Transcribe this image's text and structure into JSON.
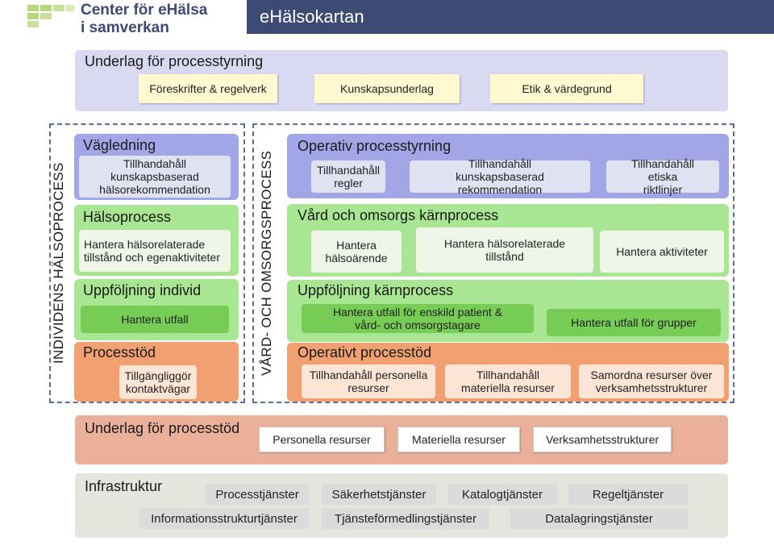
{
  "header": {
    "logo_line1": "Center för eHälsa",
    "logo_line2": "i samverkan",
    "title": "eHälsokartan"
  },
  "underlag_processtyrning": {
    "title": "Underlag för processtyrning",
    "items": [
      "Föreskrifter & regelverk",
      "Kunskapsunderlag",
      "Etik & värdegrund"
    ]
  },
  "individens_halsoprocess": {
    "label": "INDIVIDENS HÄLSOPROCESS",
    "sections": [
      {
        "title": "Vägledning",
        "items": [
          "Tillhandahåll kunskapsbaserad hälsorekommendation"
        ]
      },
      {
        "title": "Hälsoprocess",
        "items": [
          "Hantera hälsorelaterade tillstånd och egenaktiviteter"
        ]
      },
      {
        "title": "Uppföljning individ",
        "items": [
          "Hantera utfall"
        ]
      },
      {
        "title": "Processtöd",
        "items": [
          "Tillgängliggör kontaktvägar"
        ]
      }
    ]
  },
  "vard_och_omsorgsprocess": {
    "label": "VÅRD- OCH OMSORGSPROCESS",
    "sections": [
      {
        "title": "Operativ processtyrning",
        "items": [
          "Tillhandahåll regler",
          "Tillhandahåll kunskapsbaserad rekommendation",
          "Tillhandahåll etiska riktlinjer"
        ]
      },
      {
        "title": "Vård och omsorgs kärnprocess",
        "items": [
          "Hantera hälsoärende",
          "Hantera hälsorelaterade tillstånd",
          "Hantera aktiviteter"
        ]
      },
      {
        "title": "Uppföljning kärnprocess",
        "items": [
          "Hantera utfall för enskild patient & vård- och omsorgstagare",
          "Hantera utfall för grupper"
        ]
      },
      {
        "title": "Operativt processtöd",
        "items": [
          "Tillhandahåll personella resurser",
          "Tillhandahåll materiella resurser",
          "Samordna resurser över verksamhetsstrukturer"
        ]
      }
    ]
  },
  "underlag_processtod": {
    "title": "Underlag för processtöd",
    "items": [
      "Personella resurser",
      "Materiella resurser",
      "Verksamhetsstrukturer"
    ]
  },
  "infrastruktur": {
    "title": "Infrastruktur",
    "row1": [
      "Processtjänster",
      "Säkerhetstjänster",
      "Katalogtjänster",
      "Regeltjänster"
    ],
    "row2": [
      "Informationsstrukturtjänster",
      "Tjänsteförmedlingstjänster",
      "Datalagringstjänster"
    ]
  },
  "colors": {
    "navy": "#3d4a73",
    "lavender": "#d9daf2",
    "purple": "#a3a6e6",
    "green": "#a9e693",
    "dark_green": "#77cc55",
    "orange": "#f1a171",
    "salmon": "#eab09a",
    "note_yellow": "#fff8d1",
    "grey": "#e3e6dc"
  }
}
